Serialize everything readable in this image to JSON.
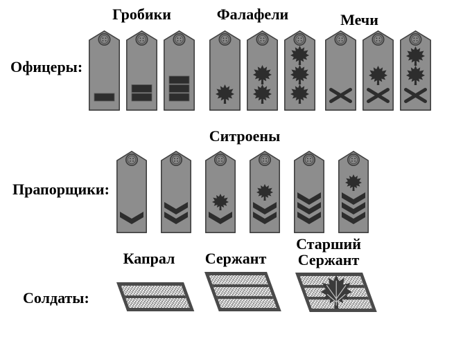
{
  "diagram_title": "Rank insignia diagram",
  "colors": {
    "board_fill": "#8d8d8d",
    "board_border": "#3f3f3f",
    "button_fill": "#868686",
    "insignia": "#2d2d2d",
    "badge_border": "#4a4a4a",
    "badge_leaf": "#3b3b3b",
    "page_background": "#ffffff"
  },
  "rows": {
    "officers": {
      "label": "Офицеры:",
      "groups": [
        {
          "title": "Гробики",
          "boards": [
            {
              "bars": 1
            },
            {
              "bars": 2
            },
            {
              "bars": 3
            }
          ]
        },
        {
          "title": "Фалафели",
          "boards": [
            {
              "leaves": 1
            },
            {
              "leaves": 2
            },
            {
              "leaves": 3
            }
          ]
        },
        {
          "title": "Мечи",
          "boards": [
            {
              "swords": true
            },
            {
              "swords": true,
              "leaves": 1
            },
            {
              "swords": true,
              "leaves": 2
            }
          ]
        }
      ]
    },
    "warrant_officers": {
      "label": "Прапорщики:",
      "title": "Ситроены",
      "boards": [
        {
          "chevrons": 1
        },
        {
          "chevrons": 2
        },
        {
          "chevrons": 1,
          "leaf": true
        },
        {
          "chevrons": 2,
          "leaf": true
        },
        {
          "chevrons": 3
        },
        {
          "chevrons": 3,
          "leaf": true
        }
      ]
    },
    "soldiers": {
      "label": "Солдаты:",
      "badges": [
        {
          "title": "Капрал",
          "stripes": 2,
          "leaf": false
        },
        {
          "title": "Сержант",
          "stripes": 3,
          "leaf": false
        },
        {
          "title": "Старший Сержант",
          "stripes": 3,
          "leaf": true
        }
      ]
    }
  }
}
